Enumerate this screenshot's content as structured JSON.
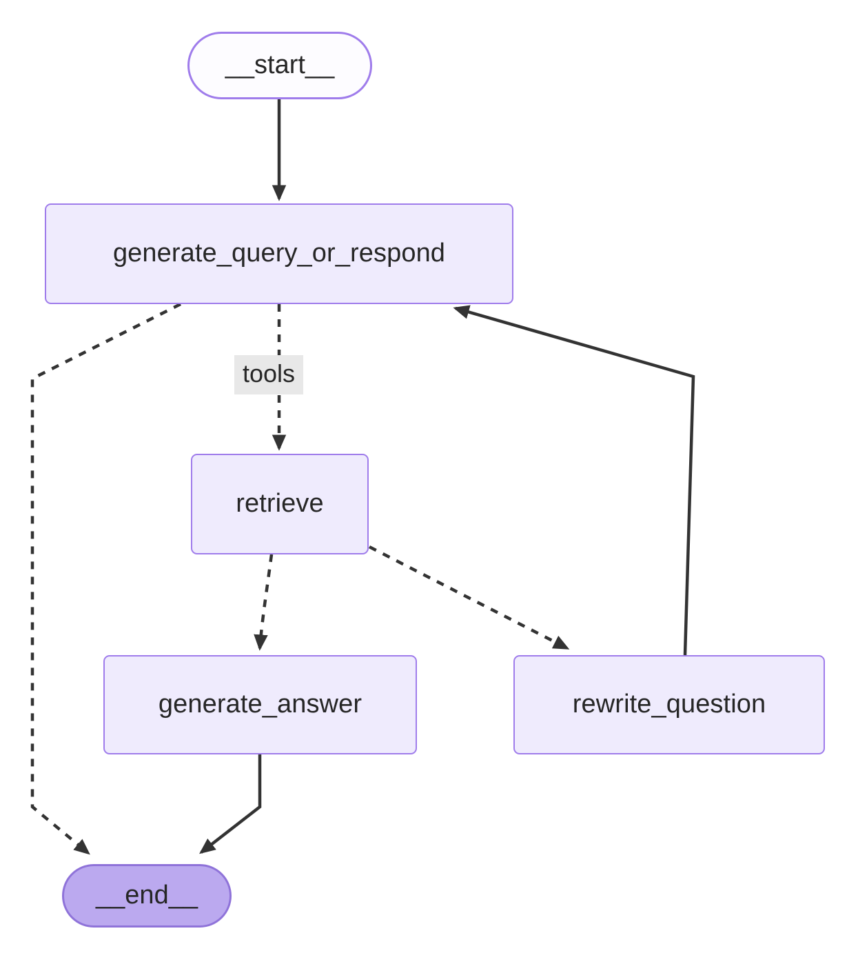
{
  "diagram": {
    "title": "agentic-rag-langgraph-flow",
    "type": "flowchart",
    "direction": "top-down",
    "background": "#ffffff",
    "colors": {
      "node_fill": "#efebfd",
      "node_border": "#9f7ceb",
      "end_fill": "#bba9ef",
      "end_border": "#8f73d9",
      "start_fill": "#fdfcff",
      "edge_stroke": "#333333",
      "edge_label_bg": "#e8e8e8",
      "text": "#262626"
    },
    "nodes": [
      {
        "id": "start",
        "label": "__start__",
        "shape": "stadium",
        "style": "terminal-start"
      },
      {
        "id": "gqor",
        "label": "generate_query_or_respond",
        "shape": "rounded-rect",
        "style": "process"
      },
      {
        "id": "retrieve",
        "label": "retrieve",
        "shape": "rounded-rect",
        "style": "process"
      },
      {
        "id": "ganswer",
        "label": "generate_answer",
        "shape": "rounded-rect",
        "style": "process"
      },
      {
        "id": "rewrite",
        "label": "rewrite_question",
        "shape": "rounded-rect",
        "style": "process"
      },
      {
        "id": "end",
        "label": "__end__",
        "shape": "stadium",
        "style": "terminal-end"
      }
    ],
    "edges": [
      {
        "from": "start",
        "to": "gqor",
        "label": "",
        "style": "solid"
      },
      {
        "from": "gqor",
        "to": "retrieve",
        "label": "tools",
        "style": "dashed"
      },
      {
        "from": "gqor",
        "to": "end",
        "label": "",
        "style": "dashed"
      },
      {
        "from": "retrieve",
        "to": "ganswer",
        "label": "",
        "style": "dashed"
      },
      {
        "from": "retrieve",
        "to": "rewrite",
        "label": "",
        "style": "dashed"
      },
      {
        "from": "ganswer",
        "to": "end",
        "label": "",
        "style": "solid"
      },
      {
        "from": "rewrite",
        "to": "gqor",
        "label": "",
        "style": "solid"
      }
    ],
    "edge_labels": {
      "tools": "tools"
    }
  }
}
